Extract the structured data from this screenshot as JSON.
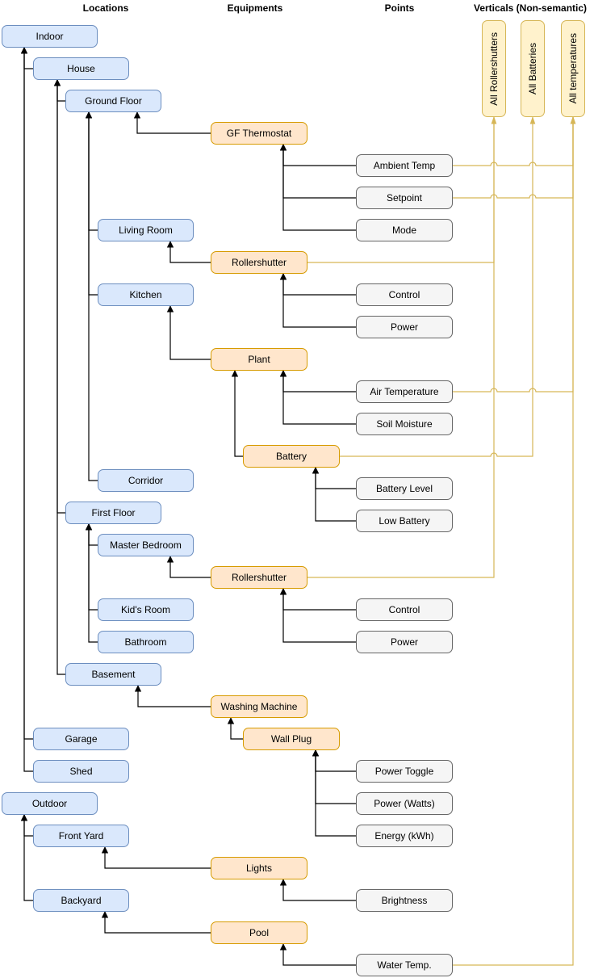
{
  "columns": [
    {
      "label": "Locations"
    },
    {
      "label": "Equipments"
    },
    {
      "label": "Points"
    },
    {
      "label": "Verticals (Non-semantic)"
    }
  ],
  "locations": [
    {
      "label": "Indoor"
    },
    {
      "label": "House"
    },
    {
      "label": "Ground Floor"
    },
    {
      "label": "Living Room"
    },
    {
      "label": "Kitchen"
    },
    {
      "label": "Corridor"
    },
    {
      "label": "First Floor"
    },
    {
      "label": "Master Bedroom"
    },
    {
      "label": "Kid's Room"
    },
    {
      "label": "Bathroom"
    },
    {
      "label": "Basement"
    },
    {
      "label": "Garage"
    },
    {
      "label": "Shed"
    },
    {
      "label": "Outdoor"
    },
    {
      "label": "Front Yard"
    },
    {
      "label": "Backyard"
    }
  ],
  "equipments": [
    {
      "label": "GF Thermostat"
    },
    {
      "label": "Rollershutter"
    },
    {
      "label": "Plant"
    },
    {
      "label": "Battery"
    },
    {
      "label": "Rollershutter"
    },
    {
      "label": "Washing Machine"
    },
    {
      "label": "Wall Plug"
    },
    {
      "label": "Lights"
    },
    {
      "label": "Pool"
    }
  ],
  "points": [
    {
      "label": "Ambient Temp"
    },
    {
      "label": "Setpoint"
    },
    {
      "label": "Mode"
    },
    {
      "label": "Control"
    },
    {
      "label": "Power"
    },
    {
      "label": "Air Temperature"
    },
    {
      "label": "Soil Moisture"
    },
    {
      "label": "Battery Level"
    },
    {
      "label": "Low Battery"
    },
    {
      "label": "Control"
    },
    {
      "label": "Power"
    },
    {
      "label": "Power Toggle"
    },
    {
      "label": "Power (Watts)"
    },
    {
      "label": "Energy (kWh)"
    },
    {
      "label": "Brightness"
    },
    {
      "label": "Water Temp."
    }
  ],
  "verticals": [
    {
      "label": "All Rollershutters"
    },
    {
      "label": "All Batteries"
    },
    {
      "label": "All temperatures"
    }
  ],
  "hierarchy_edges": [
    {
      "from": "House",
      "to": "Indoor"
    },
    {
      "from": "Garage",
      "to": "Indoor"
    },
    {
      "from": "Shed",
      "to": "Indoor"
    },
    {
      "from": "Ground Floor",
      "to": "House"
    },
    {
      "from": "First Floor",
      "to": "House"
    },
    {
      "from": "Basement",
      "to": "House"
    },
    {
      "from": "Living Room",
      "to": "Ground Floor"
    },
    {
      "from": "Kitchen",
      "to": "Ground Floor"
    },
    {
      "from": "Corridor",
      "to": "Ground Floor"
    },
    {
      "from": "GF Thermostat",
      "to": "Ground Floor"
    },
    {
      "from": "Rollershutter (GF)",
      "to": "Living Room"
    },
    {
      "from": "Plant",
      "to": "Kitchen"
    },
    {
      "from": "Battery",
      "to": "Plant"
    },
    {
      "from": "Master Bedroom",
      "to": "First Floor"
    },
    {
      "from": "Kid's Room",
      "to": "First Floor"
    },
    {
      "from": "Bathroom",
      "to": "First Floor"
    },
    {
      "from": "Rollershutter (FF)",
      "to": "Master Bedroom"
    },
    {
      "from": "Washing Machine",
      "to": "Basement"
    },
    {
      "from": "Wall Plug",
      "to": "Washing Machine"
    },
    {
      "from": "Front Yard",
      "to": "Outdoor"
    },
    {
      "from": "Backyard",
      "to": "Outdoor"
    },
    {
      "from": "Lights",
      "to": "Front Yard"
    },
    {
      "from": "Pool",
      "to": "Backyard"
    },
    {
      "from": "Ambient Temp",
      "to": "GF Thermostat"
    },
    {
      "from": "Setpoint",
      "to": "GF Thermostat"
    },
    {
      "from": "Mode",
      "to": "GF Thermostat"
    },
    {
      "from": "Control (GF)",
      "to": "Rollershutter (GF)"
    },
    {
      "from": "Power (GF)",
      "to": "Rollershutter (GF)"
    },
    {
      "from": "Air Temperature",
      "to": "Plant"
    },
    {
      "from": "Soil Moisture",
      "to": "Plant"
    },
    {
      "from": "Battery Level",
      "to": "Battery"
    },
    {
      "from": "Low Battery",
      "to": "Battery"
    },
    {
      "from": "Control (FF)",
      "to": "Rollershutter (FF)"
    },
    {
      "from": "Power (FF)",
      "to": "Rollershutter (FF)"
    },
    {
      "from": "Power Toggle",
      "to": "Wall Plug"
    },
    {
      "from": "Power (Watts)",
      "to": "Wall Plug"
    },
    {
      "from": "Energy (kWh)",
      "to": "Wall Plug"
    },
    {
      "from": "Brightness",
      "to": "Lights"
    },
    {
      "from": "Water Temp.",
      "to": "Pool"
    }
  ],
  "vertical_edges": [
    {
      "from": "Rollershutter (GF)",
      "to": "All Rollershutters"
    },
    {
      "from": "Rollershutter (FF)",
      "to": "All Rollershutters"
    },
    {
      "from": "Battery",
      "to": "All Batteries"
    },
    {
      "from": "Ambient Temp",
      "to": "All temperatures"
    },
    {
      "from": "Setpoint",
      "to": "All temperatures"
    },
    {
      "from": "Air Temperature",
      "to": "All temperatures"
    },
    {
      "from": "Water Temp.",
      "to": "All temperatures"
    }
  ],
  "colors": {
    "location_fill": "#dae8fc",
    "location_border": "#6c8ebf",
    "equipment_fill": "#ffe6cc",
    "equipment_border": "#d79b00",
    "point_fill": "#f5f5f5",
    "point_border": "#666666",
    "vertical_fill": "#fff2cc",
    "vertical_border": "#d6b656",
    "edge_color": "#000000",
    "vertical_edge_color": "#d6b656"
  }
}
